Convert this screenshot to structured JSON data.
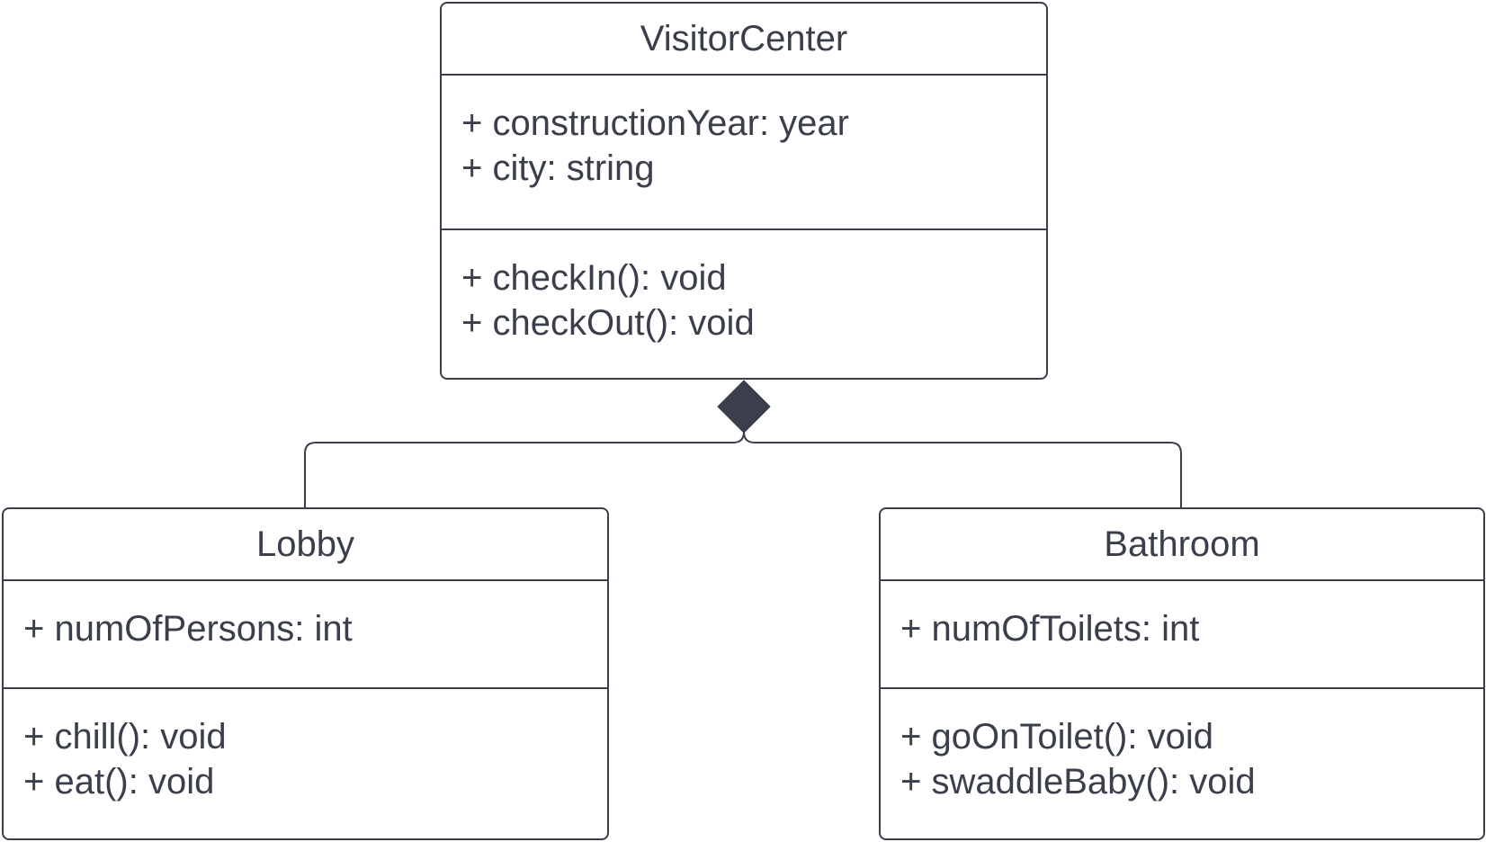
{
  "diagram": {
    "classes": [
      {
        "id": "visitor-center",
        "name": "VisitorCenter",
        "attributes": [
          "+ constructionYear: year",
          "+ city: string"
        ],
        "methods": [
          "+ checkIn(): void",
          "+ checkOut(): void"
        ]
      },
      {
        "id": "lobby",
        "name": "Lobby",
        "attributes": [
          "+ numOfPersons: int"
        ],
        "methods": [
          "+ chill(): void",
          "+ eat(): void"
        ]
      },
      {
        "id": "bathroom",
        "name": "Bathroom",
        "attributes": [
          "+ numOfToilets: int"
        ],
        "methods": [
          "+ goOnToilet(): void",
          "+ swaddleBaby(): void"
        ]
      }
    ],
    "relationships": [
      {
        "type": "composition",
        "whole": "VisitorCenter",
        "part": "Lobby"
      },
      {
        "type": "composition",
        "whole": "VisitorCenter",
        "part": "Bathroom"
      }
    ],
    "colors": {
      "stroke": "#3a3f4b",
      "text": "#3a3f4b",
      "background": "#ffffff"
    }
  }
}
